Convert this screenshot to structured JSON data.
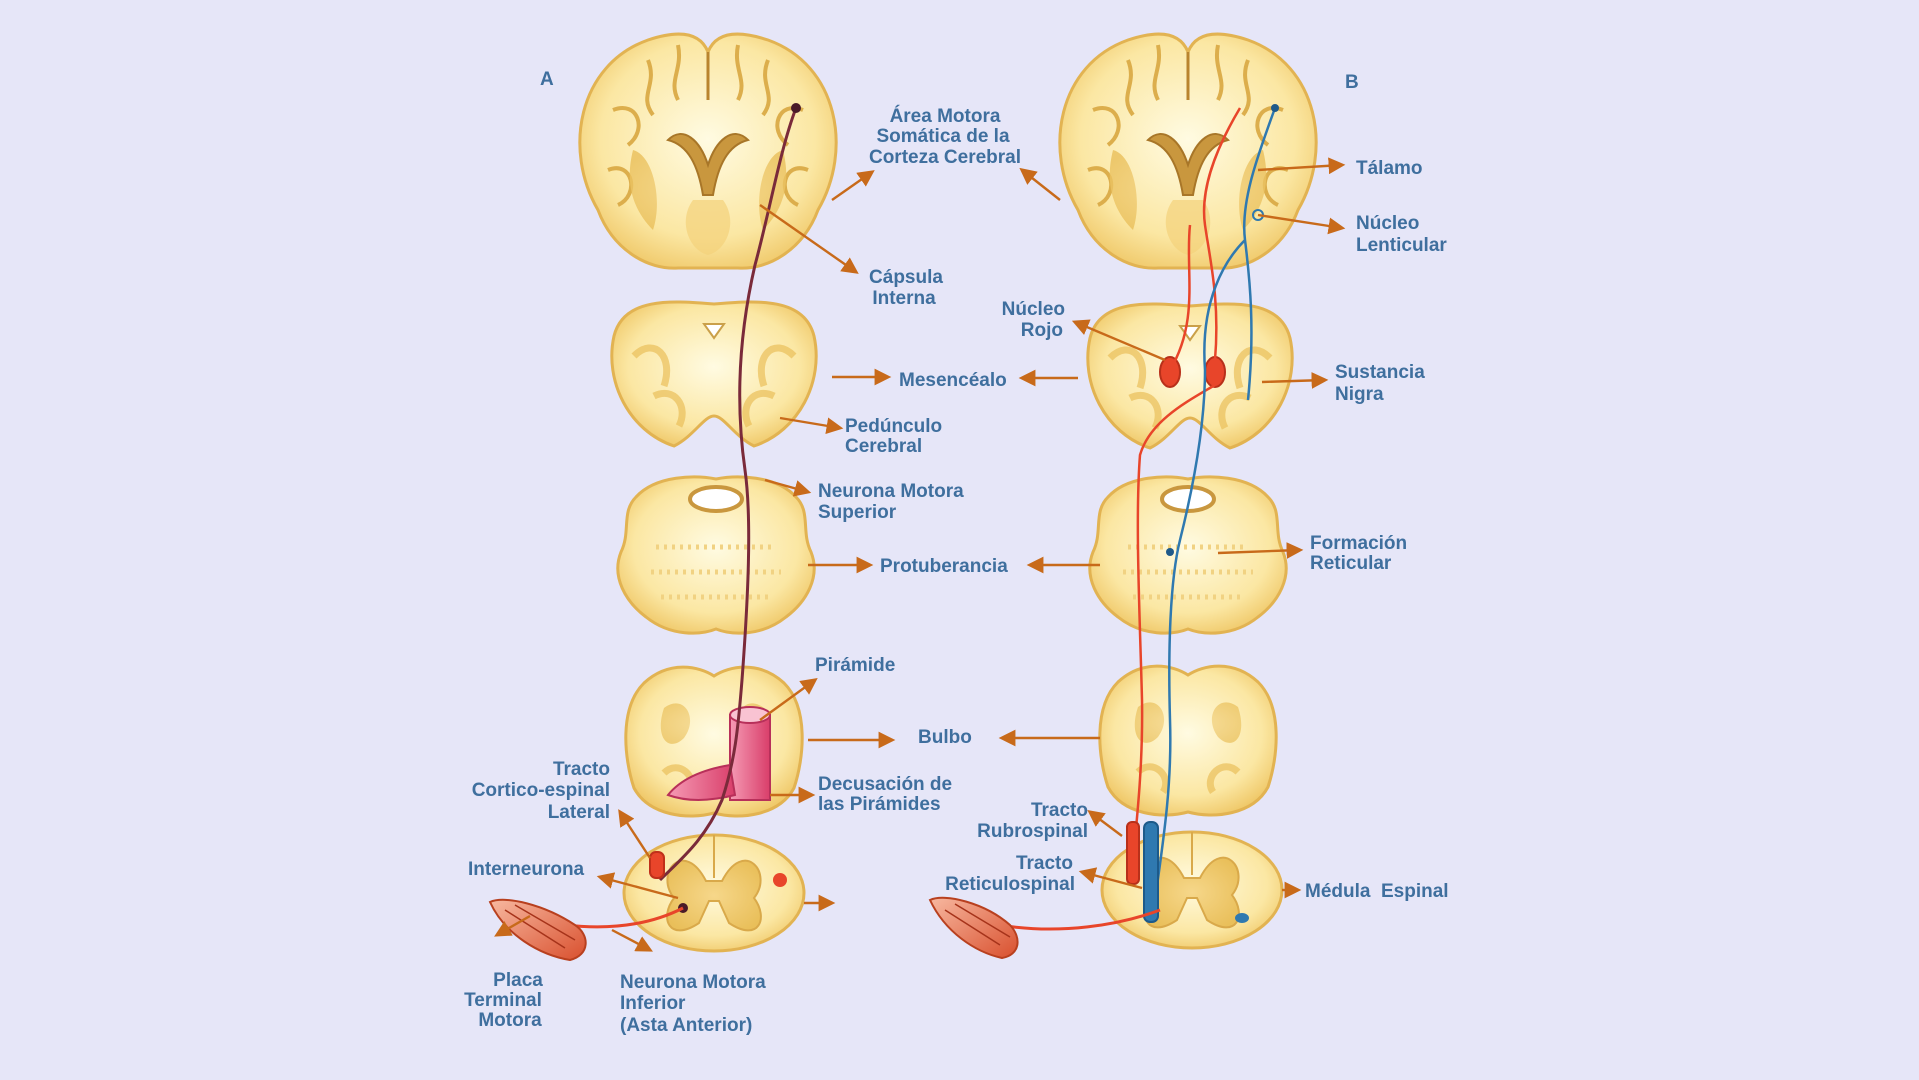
{
  "colors": {
    "background": "#e6e6f8",
    "label": "#3f6f9e",
    "arrow": "#c86a1a",
    "tissue": "#fbe7a3",
    "tissue_edge": "#e8c56a",
    "pyramidal_tract": "#7a2a3a",
    "rubrospinal_tract": "#e8452a",
    "reticulospinal_tract": "#2f79b0",
    "pyramid": "#e8557a"
  },
  "panels": {
    "a": "A",
    "b": "B"
  },
  "labels": {
    "area_motora_1": "Área Motora",
    "area_motora_2": "Somática de la",
    "area_motora_3": "Corteza Cerebral",
    "capsula_1": "Cápsula",
    "capsula_2": "Interna",
    "mesencefalo": "Mesencéalo",
    "pedunculo_1": "Pedúnculo",
    "pedunculo_2": "Cerebral",
    "neurona_sup_1": "Neurona Motora",
    "neurona_sup_2": "Superior",
    "protuberancia": "Protuberancia",
    "piramide": "Pirámide",
    "bulbo": "Bulbo",
    "decusacion_1": "Decusación de",
    "decusacion_2": "las Pirámides",
    "tracto_cort_1": "Tracto",
    "tracto_cort_2": "Cortico-espinal",
    "tracto_cort_3": "Lateral",
    "interneurona": "Interneurona",
    "placa_1": "Placa",
    "placa_2": "Terminal",
    "placa_3": "Motora",
    "neurona_inf_1": "Neurona Motora",
    "neurona_inf_2": "Inferior",
    "neurona_inf_3": "(Asta Anterior)",
    "talamo": "Tálamo",
    "nucleo_lent_1": "Núcleo",
    "nucleo_lent_2": "Lenticular",
    "nucleo_rojo_1": "Núcleo",
    "nucleo_rojo_2": "Rojo",
    "sustancia_1": "Sustancia",
    "sustancia_2": "Nigra",
    "formacion_1": "Formación",
    "formacion_2": "Reticular",
    "tracto_rubro_1": "Tracto",
    "tracto_rubro_2": "Rubrospinal",
    "tracto_retic_1": "Tracto",
    "tracto_retic_2": "Reticulospinal",
    "medula": "Médula  Espinal"
  }
}
